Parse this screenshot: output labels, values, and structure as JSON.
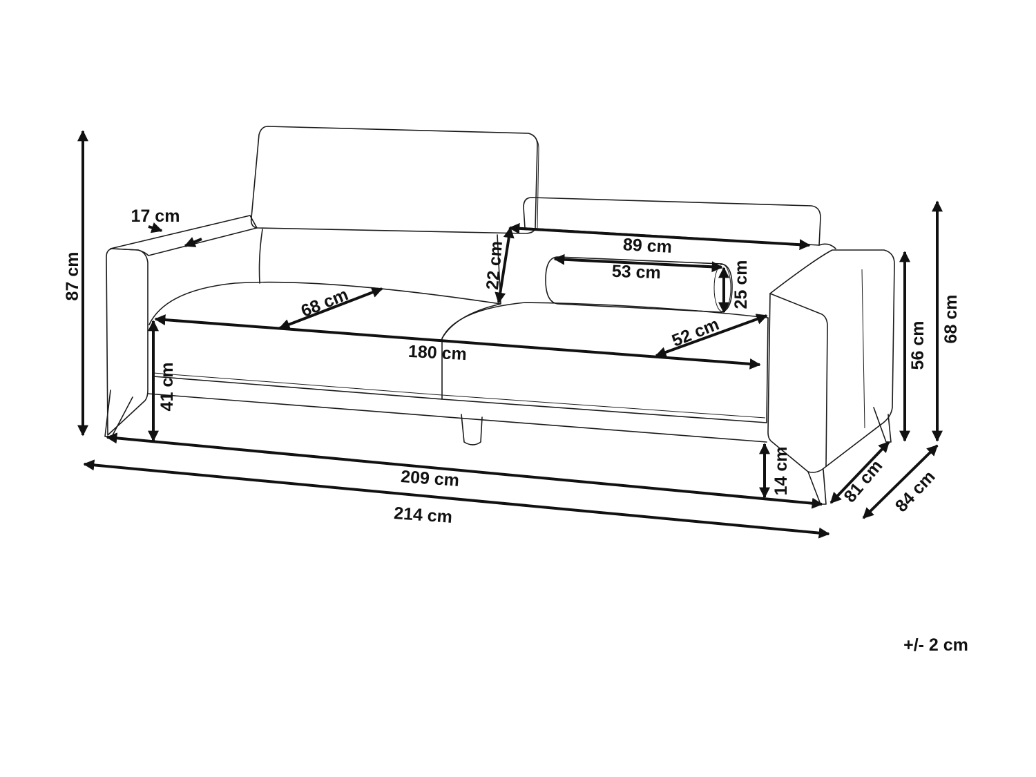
{
  "diagram": {
    "subject": "sofa",
    "line_color": "#111111",
    "dimensions": [
      {
        "id": "total-height",
        "label": "87 cm"
      },
      {
        "id": "armrest-width",
        "label": "17 cm"
      },
      {
        "id": "seat-depth",
        "label": "68 cm"
      },
      {
        "id": "seat-width",
        "label": "180 cm"
      },
      {
        "id": "seat-height",
        "label": "41 cm"
      },
      {
        "id": "inner-width",
        "label": "209 cm"
      },
      {
        "id": "overall-width",
        "label": "214 cm"
      },
      {
        "id": "headrest-height",
        "label": "22 cm"
      },
      {
        "id": "headrest-width",
        "label": "89 cm"
      },
      {
        "id": "bolster-length",
        "label": "53 cm"
      },
      {
        "id": "bolster-diameter",
        "label": "25 cm"
      },
      {
        "id": "seat-cushion-depth",
        "label": "52 cm"
      },
      {
        "id": "armrest-height",
        "label": "56 cm"
      },
      {
        "id": "backrest-height",
        "label": "68 cm"
      },
      {
        "id": "leg-height",
        "label": "14 cm"
      },
      {
        "id": "depth",
        "label": "81 cm"
      },
      {
        "id": "overall-depth",
        "label": "84 cm"
      }
    ],
    "tolerance": "+/- 2 cm"
  }
}
